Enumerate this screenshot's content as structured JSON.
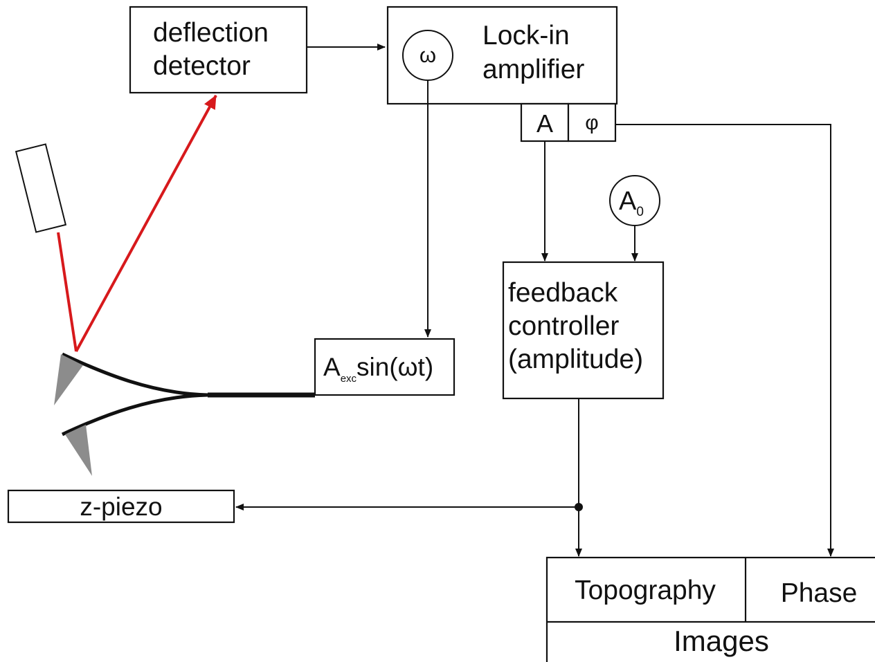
{
  "colors": {
    "line": "#111111",
    "laser": "#d7191c",
    "tip": "#8c8c8c",
    "background": "#ffffff"
  },
  "blocks": {
    "deflection_detector": {
      "line1": "deflection",
      "line2": "detector"
    },
    "lockin": {
      "line1": "Lock-in",
      "line2": "amplifier",
      "input_symbol": "ω",
      "output_amplitude": "A",
      "output_phase": "φ"
    },
    "setpoint": {
      "base": "A",
      "subscript": "0"
    },
    "feedback": {
      "line1": "feedback",
      "line2": "controller",
      "line3": "(amplitude)"
    },
    "excitation": {
      "base": "A",
      "subscript": "exc",
      "rest": "sin(ωt)"
    },
    "zpiezo": {
      "label": "z-piezo"
    },
    "images": {
      "left": "Topography",
      "right": "Phase",
      "bottom": "Images"
    }
  },
  "icons": [
    "laser-source-icon",
    "cantilever-tip-icon",
    "junction-dot-icon",
    "arrowhead-icon"
  ]
}
